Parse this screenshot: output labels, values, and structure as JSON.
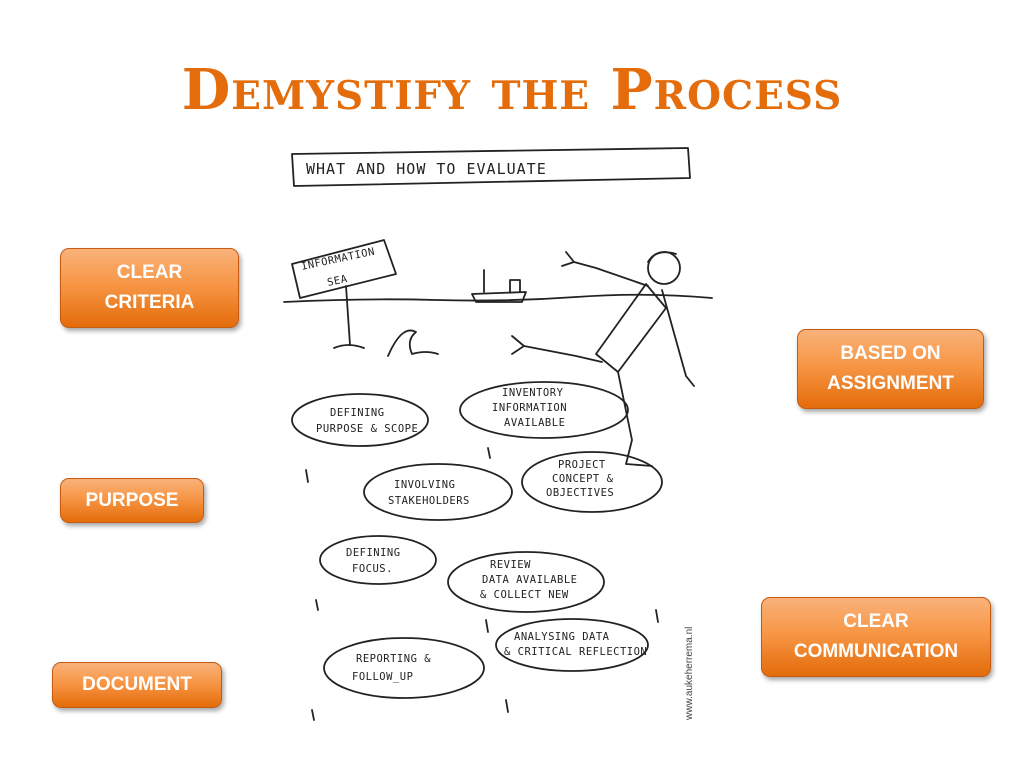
{
  "slide": {
    "title": "Demystify the Process"
  },
  "buttons": {
    "clear_criteria": [
      "CLEAR",
      "CRITERIA"
    ],
    "purpose": "PURPOSE",
    "document": "DOCUMENT",
    "based_on_assignment": [
      "BASED ON",
      "ASSIGNMENT"
    ],
    "clear_communication": [
      "CLEAR",
      "COMMUNICATION"
    ]
  },
  "cartoon": {
    "banner": "WHAT AND HOW TO EVALUATE",
    "sign": [
      "INFORMATION",
      "SEA"
    ],
    "stones": {
      "inventory": [
        "INVENTORY",
        "INFORMATION",
        "AVAILABLE"
      ],
      "defining_purpose": [
        "DEFINING",
        "PURPOSE & SCOPE"
      ],
      "project": [
        "PROJECT",
        "CONCEPT &",
        "OBJECTIVES"
      ],
      "stakeholders": [
        "INVOLVING",
        "STAKEHOLDERS"
      ],
      "focus": [
        "DEFINING",
        "FOCUS."
      ],
      "review": [
        "REVIEW",
        "DATA AVAILABLE",
        "& COLLECT NEW"
      ],
      "analysing": [
        "ANALYSING DATA",
        "& CRITICAL REFLECTION"
      ],
      "reporting": [
        "REPORTING &",
        "FOLLOW_UP"
      ]
    },
    "credit": "www.aukeherrema.nl"
  },
  "colors": {
    "title": "#e46c0a",
    "button_top": "#f9b27a",
    "button_mid": "#f79646",
    "button_bottom": "#e46c0a",
    "button_text": "#ffffff"
  }
}
